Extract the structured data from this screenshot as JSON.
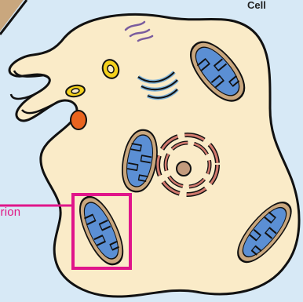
{
  "labels": {
    "cell": "Cell",
    "mitochondrion": "drion"
  },
  "colors": {
    "background": "#d7e9f6",
    "cytoplasm": "#faebc8",
    "outline": "#111111",
    "mito_outer": "#c9a77e",
    "mito_inner": "#5b8fd4",
    "highlight": "#e0158a",
    "nucleolus": "#c39b7d",
    "nuclear_envelope": "#d27a6e",
    "golgi": "#7eb3d9",
    "vesicle_yellow": "#f4d11c",
    "lysosome": "#e9641f",
    "er": "#7a5c9e"
  },
  "icons": [
    "cell-membrane",
    "mitochondrion-icon",
    "nucleus-icon",
    "golgi-icon",
    "vesicle-icon",
    "lysosome-icon",
    "highlight-box"
  ]
}
